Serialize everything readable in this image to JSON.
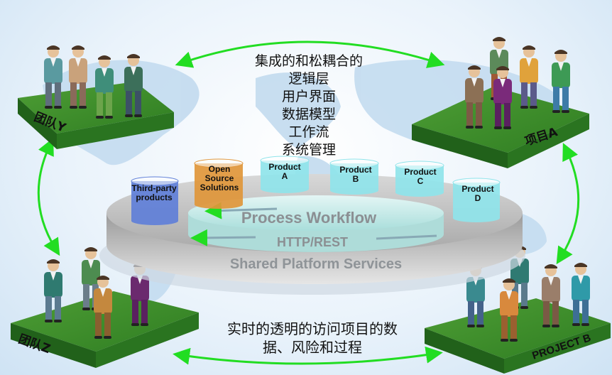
{
  "top_text": [
    "集成的和松耦合的",
    "逻辑层",
    "用户界面",
    "数据模型",
    "工作流",
    "系统管理"
  ],
  "bottom_text": [
    "实时的透明的访问项目的数",
    "据、风险和过程"
  ],
  "teams": {
    "top_left": "团队Y",
    "top_right": "项目A",
    "bottom_left": "团队Z",
    "bottom_right": "PROJECT B"
  },
  "platform": {
    "layer1": "Process Workflow",
    "layer2": "HTTP/REST",
    "layer3": "Shared Platform Services"
  },
  "products": [
    {
      "lines": [
        "Third-party",
        "products"
      ],
      "color": "#5f7fd8"
    },
    {
      "lines": [
        "Open",
        "Source",
        "Solutions"
      ],
      "color": "#e0963a"
    },
    {
      "lines": [
        "Product",
        "A"
      ],
      "color": "#8fe4ea"
    },
    {
      "lines": [
        "Product",
        "B"
      ],
      "color": "#8fe4ea"
    },
    {
      "lines": [
        "Product",
        "C"
      ],
      "color": "#8fe4ea"
    },
    {
      "lines": [
        "Product",
        "D"
      ],
      "color": "#8fe4ea"
    }
  ],
  "colors": {
    "arrow": "#22dd22",
    "platform_green": "#3f8f2a",
    "disc_gray": "#b9b9b9",
    "disc_teal": "#bfe8e6"
  }
}
